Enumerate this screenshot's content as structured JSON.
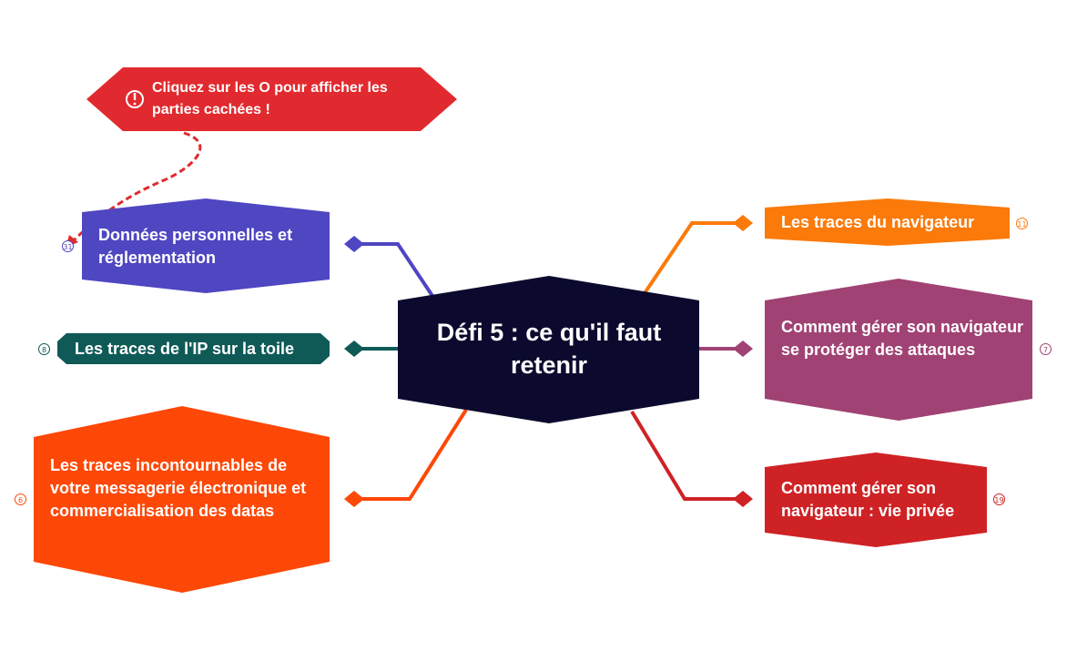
{
  "central": {
    "label": "Défi 5 : ce qu'il faut retenir",
    "color": "#0b0a2e"
  },
  "note": {
    "label": "Cliquez sur les O pour afficher les parties cachées !",
    "color": "#e12a2f",
    "icon": "exclamation-icon"
  },
  "branches": [
    {
      "id": "donnees",
      "label": "Données personnelles et réglementation",
      "color": "#4f46c2",
      "hidden_count": "31",
      "side": "left"
    },
    {
      "id": "ip",
      "label": "Les traces de l'IP sur la toile",
      "color": "#0f5a57",
      "hidden_count": "8",
      "side": "left"
    },
    {
      "id": "messagerie",
      "label": "Les traces incontournables de votre messagerie électronique et commercialisation des datas",
      "color": "#fd4807",
      "hidden_count": "6",
      "side": "left"
    },
    {
      "id": "navigateur",
      "label": "Les traces du navigateur",
      "color": "#fb7a0a",
      "hidden_count": "11",
      "side": "right"
    },
    {
      "id": "attaques",
      "label": "Comment gérer son navigateur se protéger des attaques",
      "color": "#a04274",
      "hidden_count": "7",
      "side": "right"
    },
    {
      "id": "vieprivee",
      "label": "Comment gérer son navigateur : vie privée",
      "color": "#cf2225",
      "hidden_count": "19",
      "side": "right"
    }
  ]
}
